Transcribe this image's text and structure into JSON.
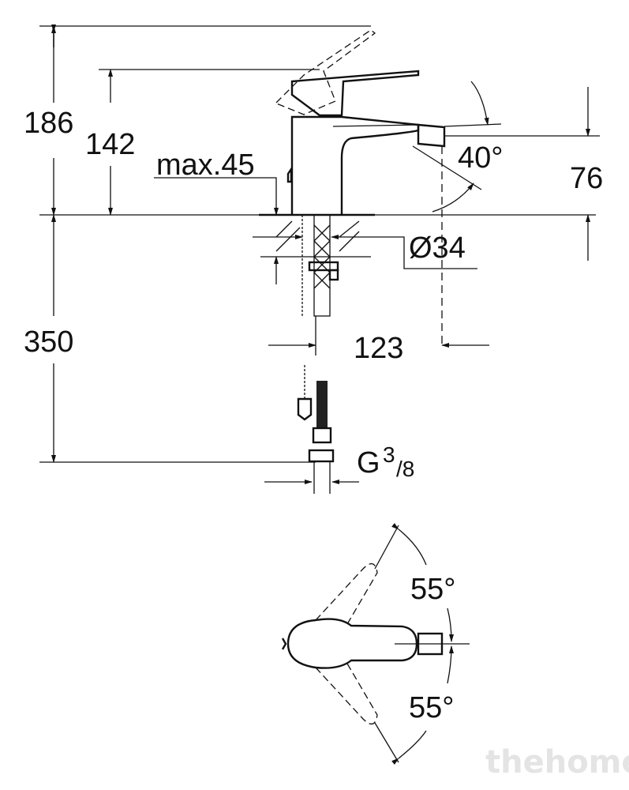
{
  "dimensions": {
    "total_height": "186",
    "body_height": "142",
    "max_deck": "max.45",
    "spout_angle": "40°",
    "spout_height": "76",
    "hole_diameter": "Ø34",
    "hose_length": "350",
    "projection": "123",
    "connection_letter": "G",
    "connection_num": "3",
    "connection_den": "/8",
    "rotation_left": "55°",
    "rotation_right": "55°"
  },
  "watermark": "thehome",
  "colors": {
    "line": "#111111",
    "watermark": "#e4e4e4"
  }
}
